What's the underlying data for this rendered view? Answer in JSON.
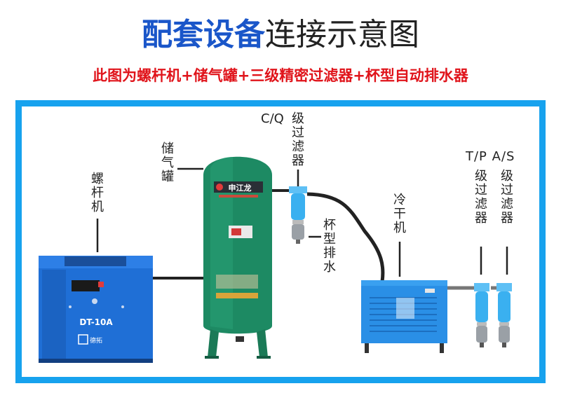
{
  "header": {
    "title_accent": "配套设备",
    "title_rest": "连接示意图",
    "subtitle": "此图为螺杆机+储气罐+三级精密过滤器+杯型自动排水器"
  },
  "labels": {
    "compressor": "螺杆机",
    "tank": "储气罐",
    "cq_filter_code": "C/Q",
    "cq_filter_text": "级过滤器",
    "drain": "杯型排水",
    "dryer": "冷干机",
    "tp_as_codes": "T/P A/S",
    "tp_filter_text": "级过滤器",
    "as_filter_text": "级过滤器"
  },
  "compressor": {
    "model": "DT-10A",
    "brand": "德拓"
  },
  "tank": {
    "brand": "申江龙"
  },
  "colors": {
    "frame": "#17a2ee",
    "title_accent": "#1a56c9",
    "subtitle": "#e0141b",
    "compressor": "#1f6fd6",
    "tank": "#1d8a63",
    "dryer": "#2a8fe6",
    "filter": "#3ab0f0"
  }
}
